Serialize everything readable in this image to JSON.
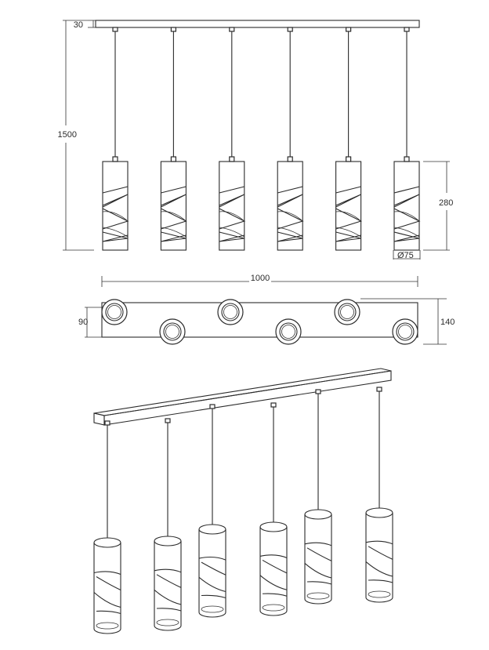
{
  "dimensions": {
    "canopy_height": "30",
    "total_height": "1500",
    "shade_height": "280",
    "shade_diameter": "Ø75",
    "canopy_length": "1000",
    "canopy_width": "90",
    "spread_width": "140"
  },
  "lamp_count": 6,
  "colors": {
    "line": "#2b2b2b",
    "background": "#ffffff"
  }
}
